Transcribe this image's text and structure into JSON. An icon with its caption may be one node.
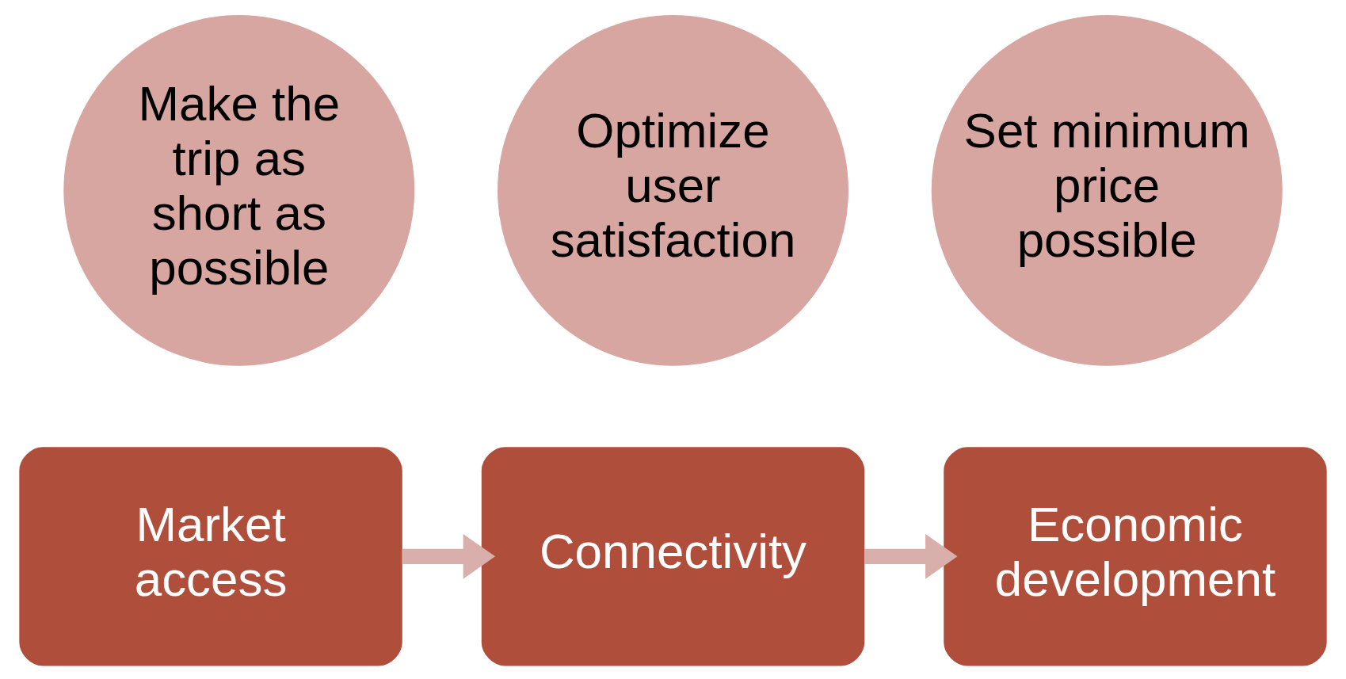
{
  "diagram": {
    "nodes": [
      {
        "text": [
          "Make the trip as short as possible"
        ]
      },
      {
        "text": [
          "Optimize user satisfaction"
        ]
      },
      {
        "text": [
          "Set minimum price possible"
        ]
      },
      {
        "text": [
          "Market access"
        ]
      },
      {
        "text": [
          "Connectivity"
        ]
      },
      {
        "text": [
          "Economic development"
        ]
      }
    ],
    "edges": [
      {
        "from": 3,
        "to": 4,
        "arrow": "to"
      },
      {
        "from": 4,
        "to": 5,
        "arrow": "to"
      }
    ]
  }
}
